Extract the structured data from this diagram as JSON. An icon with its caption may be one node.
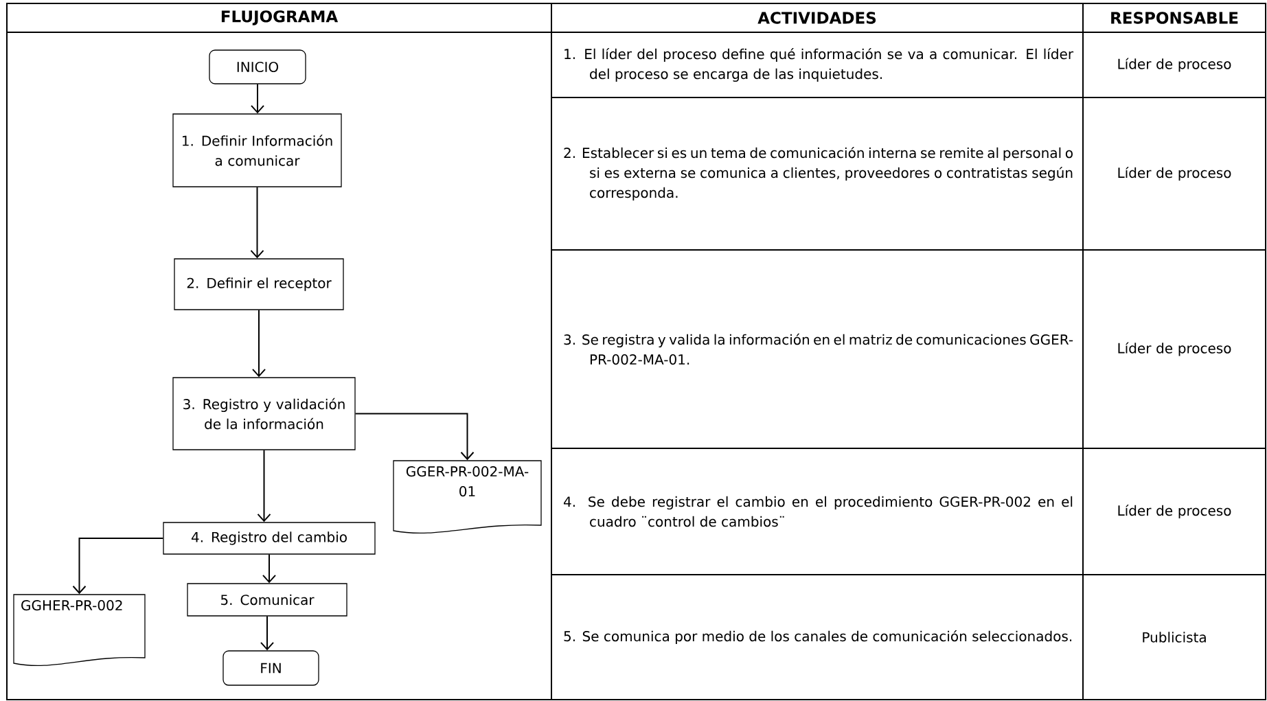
{
  "diagram": {
    "nodes": [
      {
        "text": [
          "INICIO"
        ]
      },
      {
        "text": [
          "1. Definir Información a comunicar"
        ]
      },
      {
        "text": [
          "2. Definir el receptor"
        ]
      },
      {
        "text": [
          "3. Registro y validación de la información"
        ]
      },
      {
        "text": [
          "GGER-PR-002-MA-01"
        ]
      },
      {
        "text": [
          "4. Registro del cambio"
        ]
      },
      {
        "text": [
          "GGHER-PR-002"
        ]
      },
      {
        "text": [
          "5. Comunicar"
        ]
      },
      {
        "text": [
          "FIN"
        ]
      }
    ],
    "edges": [
      {
        "from": 0,
        "to": 1,
        "arrow": "to"
      },
      {
        "from": 1,
        "to": 2,
        "arrow": "to"
      },
      {
        "from": 2,
        "to": 3,
        "arrow": "to"
      },
      {
        "from": 3,
        "to": 4,
        "arrow": "to"
      },
      {
        "from": 3,
        "to": 5,
        "arrow": "to"
      },
      {
        "from": 5,
        "to": 6,
        "arrow": "to"
      },
      {
        "from": 5,
        "to": 7,
        "arrow": "to"
      },
      {
        "from": 7,
        "to": 8,
        "arrow": "to"
      }
    ],
    "labels": [
      "FLUJOGRAMA",
      "ACTIVIDADES",
      "RESPONSABLE",
      "1. El líder del proceso define qué información se va a comunicar. El líder del proceso se encarga de las inquietudes.",
      "Líder de proceso",
      "2. Establecer si es un tema de comunicación interna se remite al personal o si es externa se comunica a clientes, proveedores o contratistas según corresponda.",
      "Líder de proceso",
      "3. Se registra y valida la información en el matriz de comunicaciones GGER-PR-002-MA-01.",
      "Líder de proceso",
      "4. Se debe registrar el cambio en el procedimiento GGER-PR-002 en el cuadro ¨control de cambios¨",
      "Líder de proceso",
      "5. Se comunica por medio de los canales de comunicación seleccionados.",
      "Publicista"
    ]
  }
}
